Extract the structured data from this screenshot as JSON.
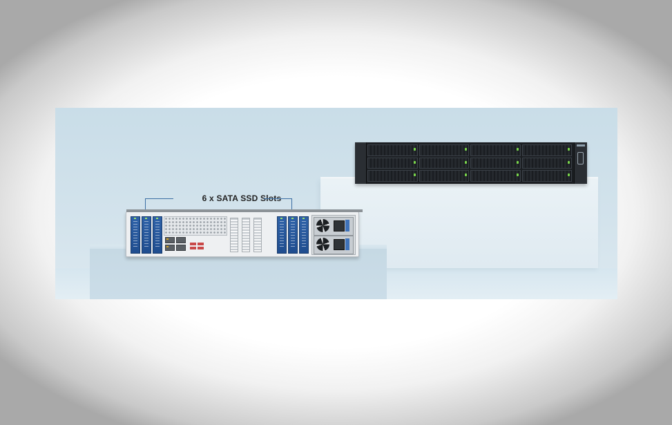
{
  "label": {
    "text": "6 x SATA SSD Slots"
  },
  "colors": {
    "backdrop": "#c9dde8",
    "ssd_tray": "#2f62a8",
    "led": "#79d64a",
    "front_chassis": "#1b1e22",
    "bracket_line": "#3b6ea3"
  },
  "devices": [
    {
      "name": "nas-rear-view",
      "ssd_slots": 6,
      "front_drive_bays": null
    },
    {
      "name": "nas-front-view",
      "front_drive_bays": 12
    }
  ]
}
